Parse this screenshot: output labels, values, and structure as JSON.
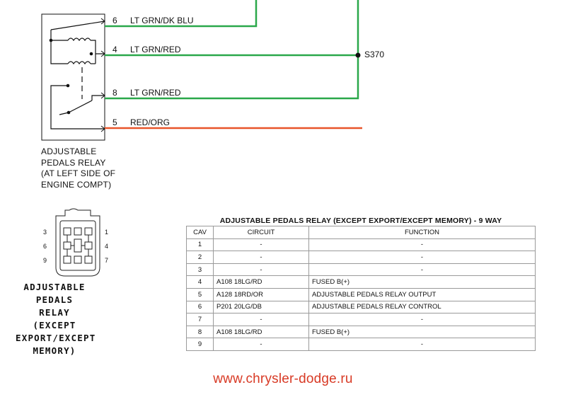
{
  "relay": {
    "name": "ADJUSTABLE\nPEDALS RELAY\n(AT LEFT SIDE OF\nENGINE COMPT)"
  },
  "wires": [
    {
      "pin": "6",
      "label": "LT GRN/DK BLU",
      "color": "#2aa84a"
    },
    {
      "pin": "4",
      "label": "LT GRN/RED",
      "color": "#2aa84a"
    },
    {
      "pin": "8",
      "label": "LT GRN/RED",
      "color": "#2aa84a"
    },
    {
      "pin": "5",
      "label": "RED/ORG",
      "color": "#e8552a"
    }
  ],
  "splice": {
    "label": "S370"
  },
  "connector": {
    "title": "ADJUSTABLE\nPEDALS\nRELAY\n(EXCEPT\nEXPORT/EXCEPT\nMEMORY)",
    "cavity_labels_left": [
      "3",
      "6",
      "9"
    ],
    "cavity_labels_right": [
      "1",
      "4",
      "7"
    ]
  },
  "table": {
    "title": "ADJUSTABLE PEDALS RELAY (EXCEPT EXPORT/EXCEPT MEMORY) - 9 WAY",
    "headers": [
      "CAV",
      "CIRCUIT",
      "FUNCTION"
    ],
    "rows": [
      {
        "cav": "1",
        "circuit": "-",
        "function": "-"
      },
      {
        "cav": "2",
        "circuit": "-",
        "function": "-"
      },
      {
        "cav": "3",
        "circuit": "-",
        "function": "-"
      },
      {
        "cav": "4",
        "circuit": "A108 18LG/RD",
        "function": "FUSED B(+)"
      },
      {
        "cav": "5",
        "circuit": "A128 18RD/OR",
        "function": "ADJUSTABLE PEDALS RELAY OUTPUT"
      },
      {
        "cav": "6",
        "circuit": "P201 20LG/DB",
        "function": "ADJUSTABLE PEDALS RELAY CONTROL"
      },
      {
        "cav": "7",
        "circuit": "-",
        "function": "-"
      },
      {
        "cav": "8",
        "circuit": "A108 18LG/RD",
        "function": "FUSED B(+)"
      },
      {
        "cav": "9",
        "circuit": "-",
        "function": "-"
      }
    ]
  },
  "watermark": "www.chrysler-dodge.ru"
}
